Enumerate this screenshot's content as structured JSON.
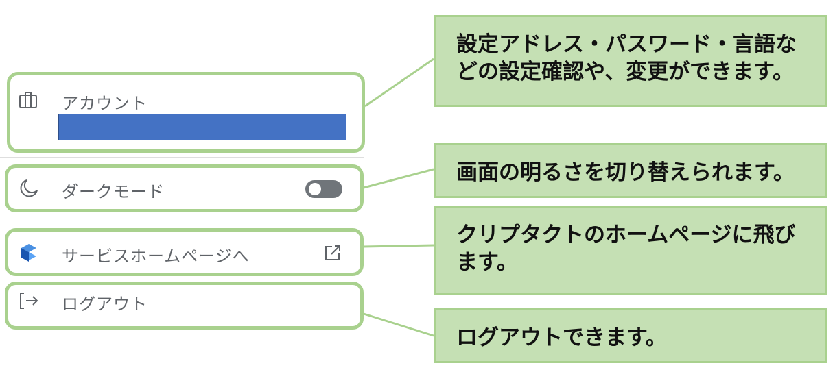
{
  "menu": {
    "account": {
      "label": "アカウント",
      "icon": "briefcase-icon"
    },
    "dark_mode": {
      "label": "ダークモード",
      "icon": "moon-icon",
      "enabled": false
    },
    "service_home": {
      "label": "サービスホームページへ",
      "icon": "cryptact-logo-icon",
      "trailing_icon": "external-link-icon"
    },
    "logout": {
      "label": "ログアウト",
      "icon": "logout-icon"
    }
  },
  "notes": {
    "account": "設定アドレス・パスワード・言語などの設定確認や、変更ができます。",
    "dark_mode": "画面の明るさを切り替えられます。",
    "service_home": "クリプタクトのホームページに飛びます。",
    "logout": "ログアウトできます。"
  },
  "colors": {
    "highlight_border": "#a9d18e",
    "note_fill": "#c5e0b4",
    "redaction": "#4472c4",
    "logo_blue": "#1a73e8"
  }
}
